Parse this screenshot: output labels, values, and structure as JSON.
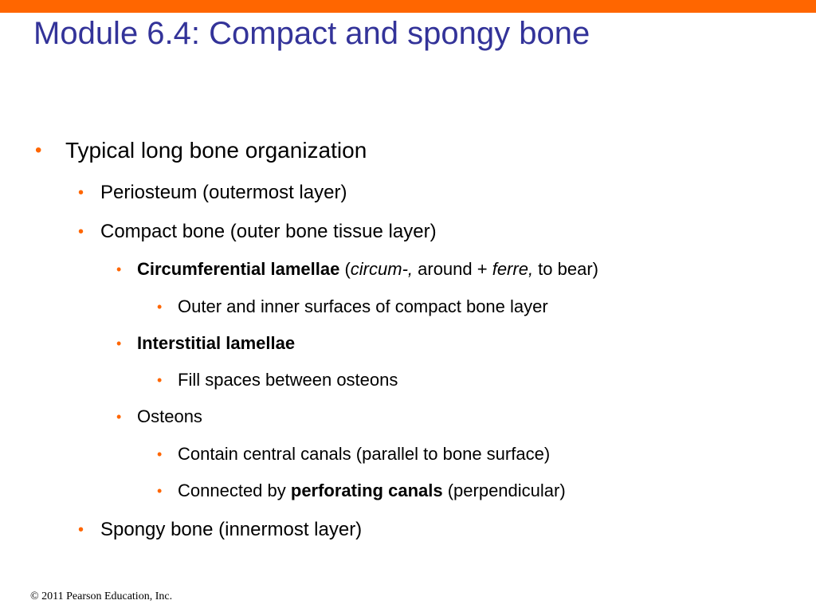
{
  "colors": {
    "accent_bar": "#ff6600",
    "title": "#333399",
    "bullet": "#ff6600",
    "text": "#000000"
  },
  "slide": {
    "title": "Module 6.4: Compact and spongy bone",
    "lines": {
      "l1": {
        "text": "Typical long bone organization"
      },
      "l2": {
        "text": "Periosteum (outermost layer)"
      },
      "l3": {
        "text": "Compact bone (outer bone tissue layer)"
      },
      "l4": {
        "term": "Circumferential lamellae",
        "paren_open": " (",
        "ety1": "circum-,",
        "mid": " around + ",
        "ety2": "ferre,",
        "end": " to bear)"
      },
      "l5": {
        "text": "Outer and inner surfaces of compact bone layer"
      },
      "l6": {
        "term": "Interstitial lamellae"
      },
      "l7": {
        "text": "Fill spaces between osteons"
      },
      "l8": {
        "text": "Osteons"
      },
      "l9": {
        "text": "Contain central canals (parallel to bone surface)"
      },
      "l10": {
        "prefix": "Connected by ",
        "term": "perforating canals",
        "suffix": " (perpendicular)"
      },
      "l11": {
        "text": "Spongy bone (innermost layer)"
      }
    },
    "bullet_char": "•"
  },
  "footer": {
    "copyright": "© 2011 Pearson Education, Inc."
  }
}
